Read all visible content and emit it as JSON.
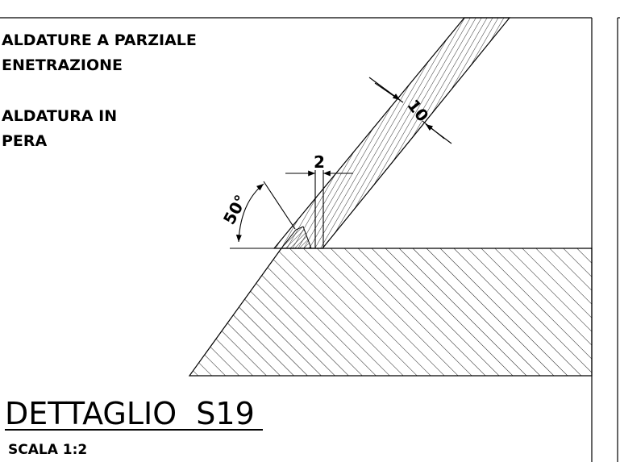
{
  "notes": {
    "partial_penetration_line1": "ALDATURE A PARZIALE",
    "partial_penetration_line2": "ENETRAZIONE",
    "site_weld_line1": "ALDATURA IN",
    "site_weld_line2": "PERA"
  },
  "dimensions": {
    "plate_thickness": "10",
    "root_gap": "2",
    "bevel_angle": "50°"
  },
  "title_block": {
    "title": "DETTAGLIO  S19",
    "scale": "SCALA 1:2"
  },
  "colors": {
    "background": "#ffffff",
    "line": "#000000"
  }
}
